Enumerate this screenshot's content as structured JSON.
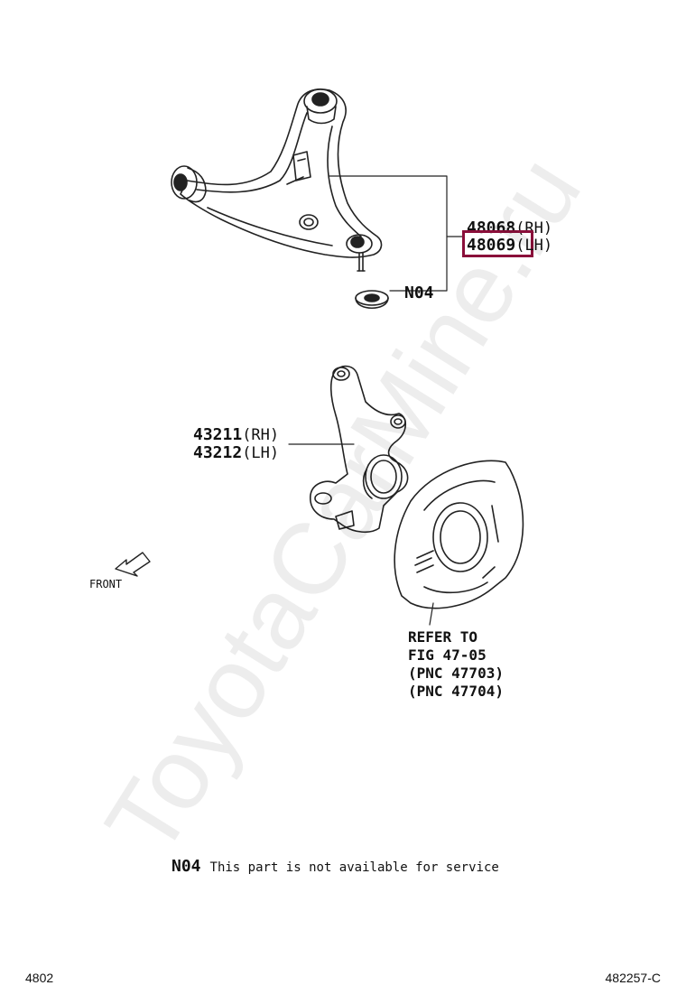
{
  "callouts": {
    "arm_rh": {
      "number": "48068",
      "suffix": "(RH)"
    },
    "arm_lh": {
      "number": "48069",
      "suffix": "(LH)"
    },
    "knuckle_rh": {
      "number": "43211",
      "suffix": "(RH)"
    },
    "knuckle_lh": {
      "number": "43212",
      "suffix": "(LH)"
    },
    "n04": "N04"
  },
  "front_label": "FRONT",
  "refer": {
    "line1": "REFER TO",
    "line2": "FIG 47-05",
    "line3": "(PNC 47703)",
    "line4": "(PNC 47704)"
  },
  "note": {
    "code": "N04",
    "text": "This part is not available for service"
  },
  "footer": {
    "left": "4802",
    "right": "482257-C"
  },
  "watermark": "ToyotaCarMine.ru",
  "colors": {
    "highlight": "#8a0f3a",
    "ink": "#111111",
    "watermark": "#000000"
  }
}
